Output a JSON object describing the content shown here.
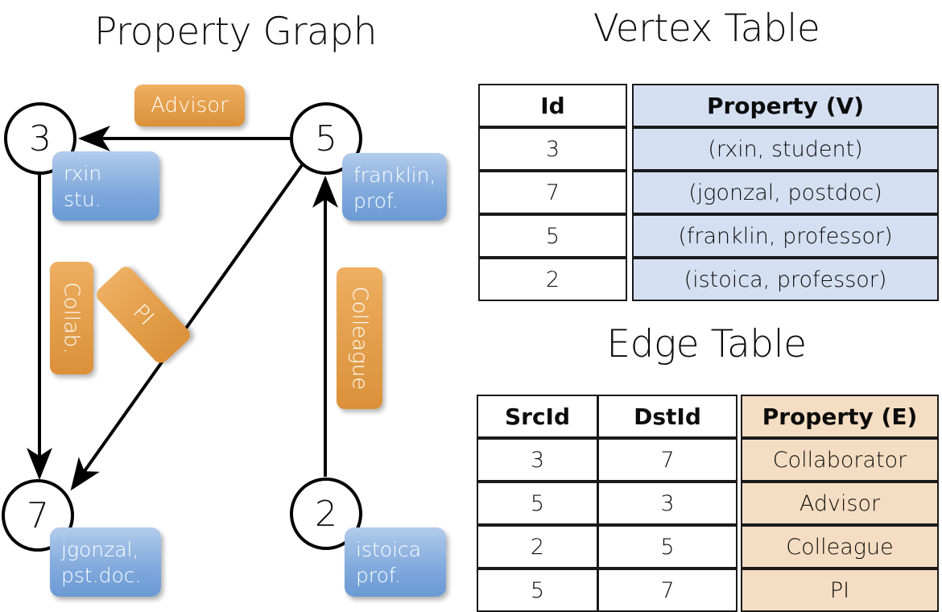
{
  "titles": {
    "property_graph": "Property Graph",
    "vertex_table": "Vertex Table",
    "edge_table": "Edge Table"
  },
  "graph": {
    "nodes": [
      {
        "id": "3",
        "property": "rxin\nstu."
      },
      {
        "id": "5",
        "property": "franklin,\nprof."
      },
      {
        "id": "7",
        "property": "jgonzal,\npst.doc."
      },
      {
        "id": "2",
        "property": "istoica\nprof."
      }
    ],
    "node_labels": {
      "n3": "3",
      "n5": "5",
      "n7": "7",
      "n2": "2"
    },
    "property_boxes": {
      "rxin_line1": "rxin",
      "rxin_line2": "stu.",
      "franklin_line1": "franklin,",
      "franklin_line2": "prof.",
      "jgonzal_line1": "jgonzal,",
      "jgonzal_line2": "pst.doc.",
      "istoica_line1": "istoica",
      "istoica_line2": "prof."
    },
    "edge_labels": {
      "advisor": "Advisor",
      "collab": "Collab.",
      "pi": "PI",
      "colleague": "Colleague"
    },
    "edges": [
      {
        "from": "5",
        "to": "3",
        "label": "Advisor"
      },
      {
        "from": "3",
        "to": "7",
        "label": "Collab."
      },
      {
        "from": "5",
        "to": "7",
        "label": "PI"
      },
      {
        "from": "2",
        "to": "5",
        "label": "Colleague"
      }
    ]
  },
  "vertex_table": {
    "headers": {
      "id": "Id",
      "property": "Property (V)"
    },
    "rows": [
      {
        "id": "3",
        "property": "(rxin, student)"
      },
      {
        "id": "7",
        "property": "(jgonzal, postdoc)"
      },
      {
        "id": "5",
        "property": "(franklin, professor)"
      },
      {
        "id": "2",
        "property": "(istoica, professor)"
      }
    ]
  },
  "edge_table": {
    "headers": {
      "src": "SrcId",
      "dst": "DstId",
      "property": "Property (E)"
    },
    "rows": [
      {
        "src": "3",
        "dst": "7",
        "property": "Collaborator"
      },
      {
        "src": "5",
        "dst": "3",
        "property": "Advisor"
      },
      {
        "src": "2",
        "dst": "5",
        "property": "Colleague"
      },
      {
        "src": "5",
        "dst": "7",
        "property": "PI"
      }
    ]
  },
  "colors": {
    "vertex_property_fill": "#d4e0f2",
    "edge_property_fill": "#f5ddc3",
    "node_property_box": "#7ea8dc",
    "edge_label_box": "#e9a655",
    "border": "#1a1a1a",
    "background": "#ffffff"
  }
}
